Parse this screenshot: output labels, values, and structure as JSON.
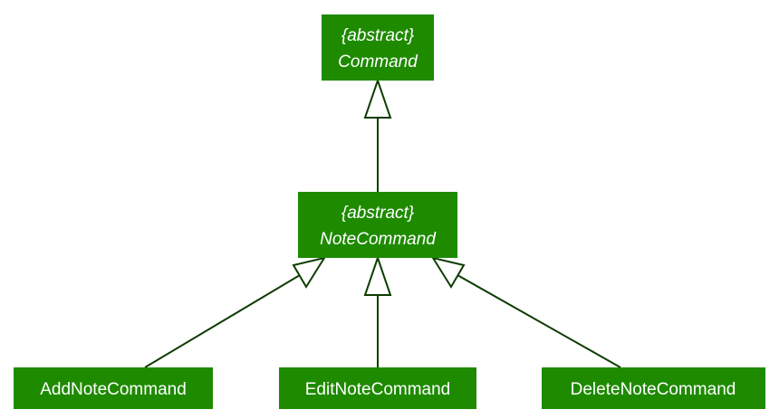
{
  "colors": {
    "box_fill": "#1e8a00",
    "edge": "#0d3d00",
    "text": "#ffffff"
  },
  "classes": {
    "command": {
      "stereotype": "{abstract}",
      "name": "Command"
    },
    "note_command": {
      "stereotype": "{abstract}",
      "name": "NoteCommand"
    },
    "add_note_command": {
      "name": "AddNoteCommand"
    },
    "edit_note_command": {
      "name": "EditNoteCommand"
    },
    "delete_note_command": {
      "name": "DeleteNoteCommand"
    }
  },
  "relationships": [
    {
      "from": "note_command",
      "to": "command",
      "type": "generalization"
    },
    {
      "from": "add_note_command",
      "to": "note_command",
      "type": "generalization"
    },
    {
      "from": "edit_note_command",
      "to": "note_command",
      "type": "generalization"
    },
    {
      "from": "delete_note_command",
      "to": "note_command",
      "type": "generalization"
    }
  ]
}
